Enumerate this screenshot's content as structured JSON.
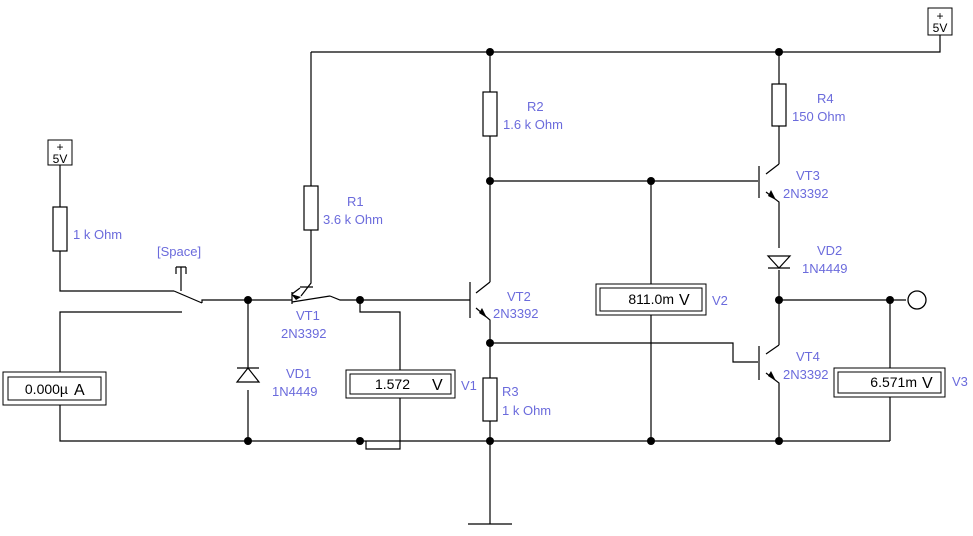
{
  "sources": {
    "left": {
      "plus": "+",
      "value": "5V"
    },
    "right": {
      "plus": "+",
      "value": "5V"
    }
  },
  "resistors": {
    "r_in": {
      "value": "1 k Ohm"
    },
    "r1": {
      "name": "R1",
      "value": "3.6 k Ohm"
    },
    "r2": {
      "name": "R2",
      "value": "1.6 k Ohm"
    },
    "r3": {
      "name": "R3",
      "value": "1 k Ohm"
    },
    "r4": {
      "name": "R4",
      "value": "150  Ohm"
    }
  },
  "switch": {
    "label": "[Space]"
  },
  "transistors": {
    "vt1": {
      "name": "VT1",
      "model": "2N3392"
    },
    "vt2": {
      "name": "VT2",
      "model": "2N3392"
    },
    "vt3": {
      "name": "VT3",
      "model": "2N3392"
    },
    "vt4": {
      "name": "VT4",
      "model": "2N3392"
    }
  },
  "diodes": {
    "vd1": {
      "name": "VD1",
      "model": "1N4449"
    },
    "vd2": {
      "name": "VD2",
      "model": "1N4449"
    }
  },
  "meters": {
    "ammeter": {
      "reading": "0.000µ",
      "unit": "A"
    },
    "v1": {
      "name": "V1",
      "reading": "1.572",
      "unit": "V"
    },
    "v2": {
      "name": "V2",
      "reading": "811.0m",
      "unit": "V"
    },
    "v3": {
      "name": "V3",
      "reading": "6.571m",
      "unit": "V"
    }
  },
  "colors": {
    "label": "#6b6bdc",
    "wire": "#000000"
  }
}
